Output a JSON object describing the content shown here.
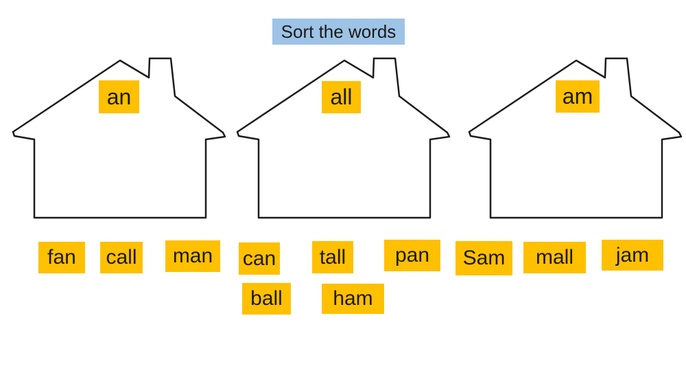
{
  "title": "Sort the words",
  "colors": {
    "tile_bg": "#FFC000",
    "title_bg": "#9DC3E6",
    "text": "#1A1A1A",
    "house_outline": "#1C1C1C"
  },
  "houses": [
    {
      "label": "an"
    },
    {
      "label": "all"
    },
    {
      "label": "am"
    }
  ],
  "tiles": [
    {
      "label": "fan"
    },
    {
      "label": "call"
    },
    {
      "label": "man"
    },
    {
      "label": "can"
    },
    {
      "label": "tall"
    },
    {
      "label": "pan"
    },
    {
      "label": "ball"
    },
    {
      "label": "ham"
    },
    {
      "label": "Sam"
    },
    {
      "label": "mall"
    },
    {
      "label": "jam"
    }
  ]
}
